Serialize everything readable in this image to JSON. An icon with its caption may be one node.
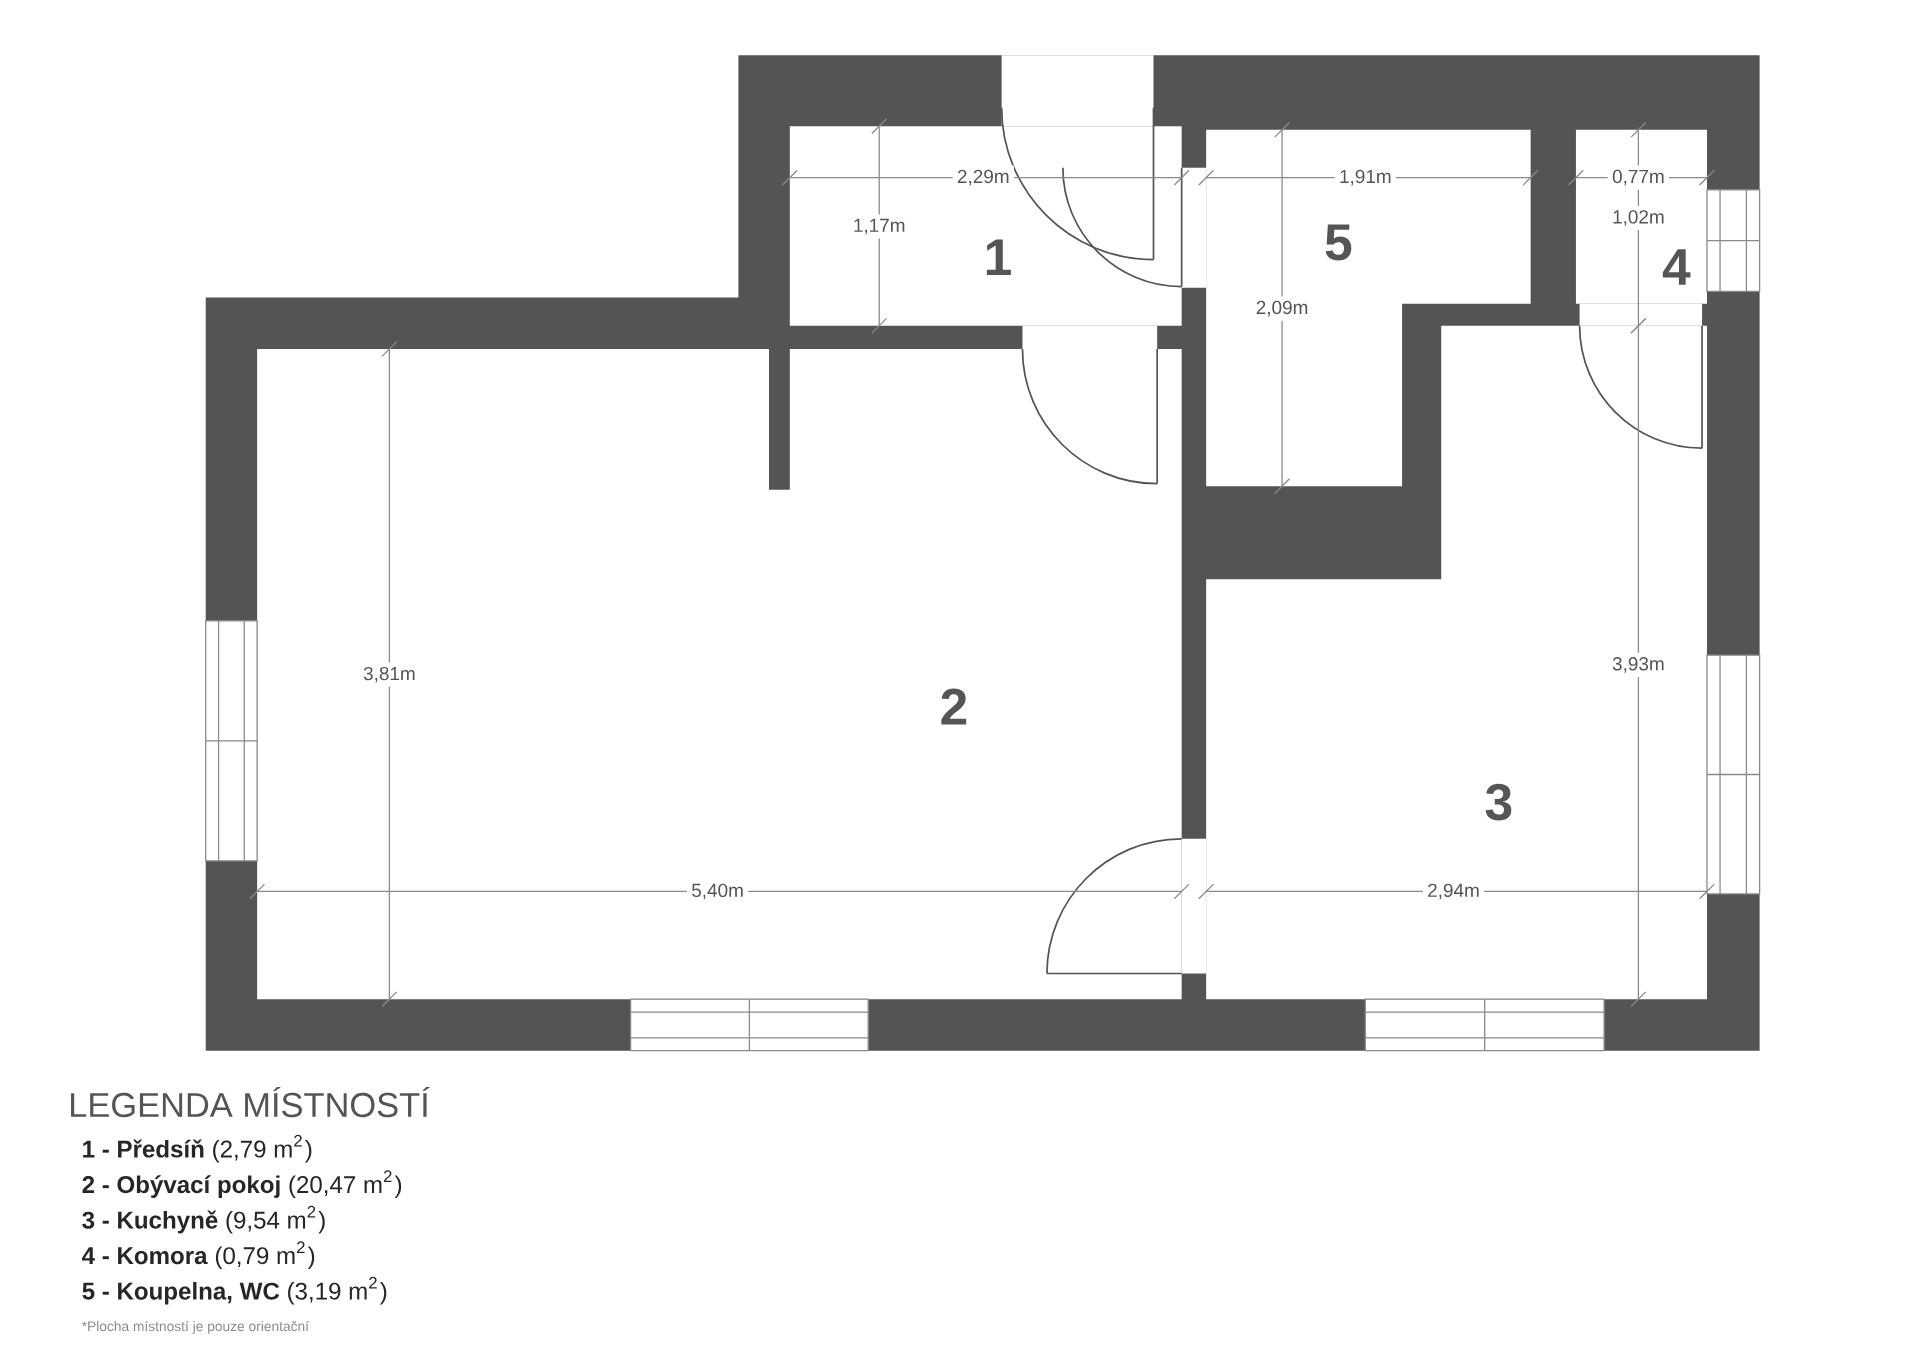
{
  "diagram": {
    "nodes": [
      {
        "text": [
          "1"
        ]
      },
      {
        "text": [
          "5"
        ]
      },
      {
        "text": [
          "4"
        ]
      },
      {
        "text": [
          "2"
        ]
      },
      {
        "text": [
          "3"
        ]
      }
    ],
    "labels": [
      "2,29m",
      "1,91m",
      "0,77m",
      "1,17m",
      "1,02m",
      "2,09m",
      "3,81m",
      "3,93m",
      "5,40m",
      "2,94m",
      "LEGENDA MÍSTNOSTÍ",
      "**1 - Předsíň** (2,79 m$^{2}$)",
      "**2 - Obývací pokoj** (20,47 m$^{2}$)",
      "**3 - Kuchyně** (9,54 m$^{2}$)",
      "**4 - Komora** (0,79 m$^{2}$)",
      "**5 - Koupelna, WC** (3,19 m$^{2}$)",
      "*Plocha místností je pouze orientační"
    ]
  }
}
